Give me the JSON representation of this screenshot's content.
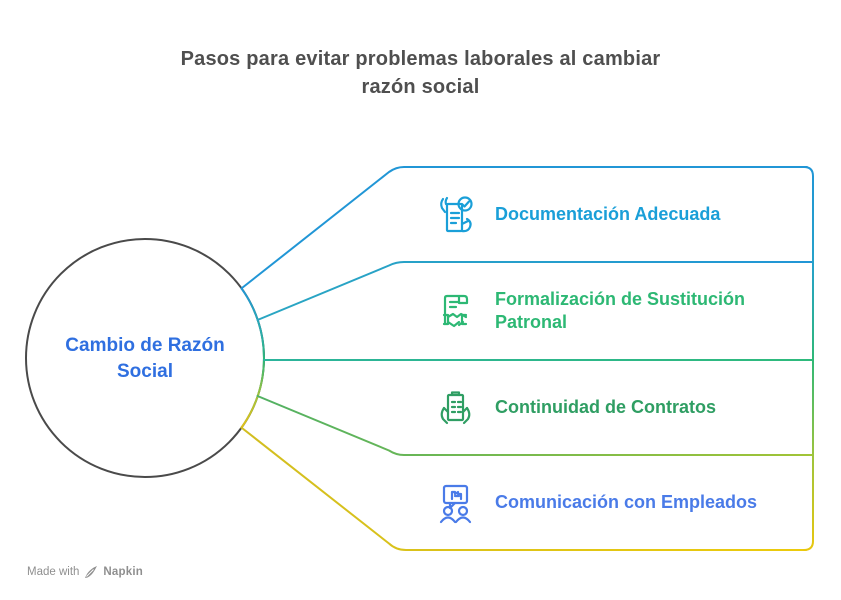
{
  "title_lines": [
    "Pasos para evitar problemas laborales al cambiar",
    "razón social"
  ],
  "center": {
    "label_lines": [
      "Cambio de Razón",
      "Social"
    ]
  },
  "steps": [
    {
      "label": "Documentación Adecuada",
      "color": "#1A9FD8",
      "icon": "document-check-hands-icon"
    },
    {
      "label_lines": [
        "Formalización de Sustitución",
        "Patronal"
      ],
      "color": "#2DB874",
      "icon": "scroll-handshake-icon"
    },
    {
      "label": "Continuidad de Contratos",
      "color": "#2F9E63",
      "icon": "hands-holding-contract-icon"
    },
    {
      "label": "Comunicación con Empleados",
      "color": "#4A7BE8",
      "icon": "speech-bubble-people-icon"
    }
  ],
  "diagram_colors": {
    "circle_outline": "#4A4A4A",
    "center_text": "#2F6FE0",
    "title_text": "#4F4F4F",
    "connector_top": "#2196D6",
    "connector_2": "#26A3C9",
    "connector_3": "#2DB58D",
    "connector_4": "#7FBC45",
    "connector_bottom": "#E2C41A"
  },
  "watermark": {
    "prefix": "Made with",
    "brand": "Napkin"
  }
}
